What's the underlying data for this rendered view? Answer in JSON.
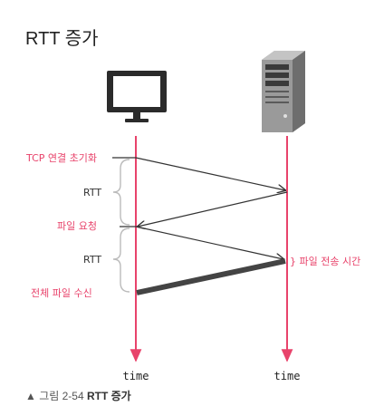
{
  "title": "RTT 증가",
  "caption": {
    "prefix": "▲ 그림 2-54 ",
    "emphasis": "RTT 증가"
  },
  "icons": [
    "monitor-icon",
    "server-icon"
  ],
  "labels": {
    "tcp_init": "TCP 연결 초기화",
    "rtt_1": "RTT",
    "file_request": "파일 요청",
    "rtt_2": "RTT",
    "file_transfer_time": "} 파일 전송 시간",
    "receive_whole_file": "전체 파일 수신",
    "client_time": "time",
    "server_time": "time"
  },
  "colors": {
    "timeline": "#e8436b",
    "label": "#e8436b",
    "arrow": "#333333",
    "transfer": "#444444"
  }
}
